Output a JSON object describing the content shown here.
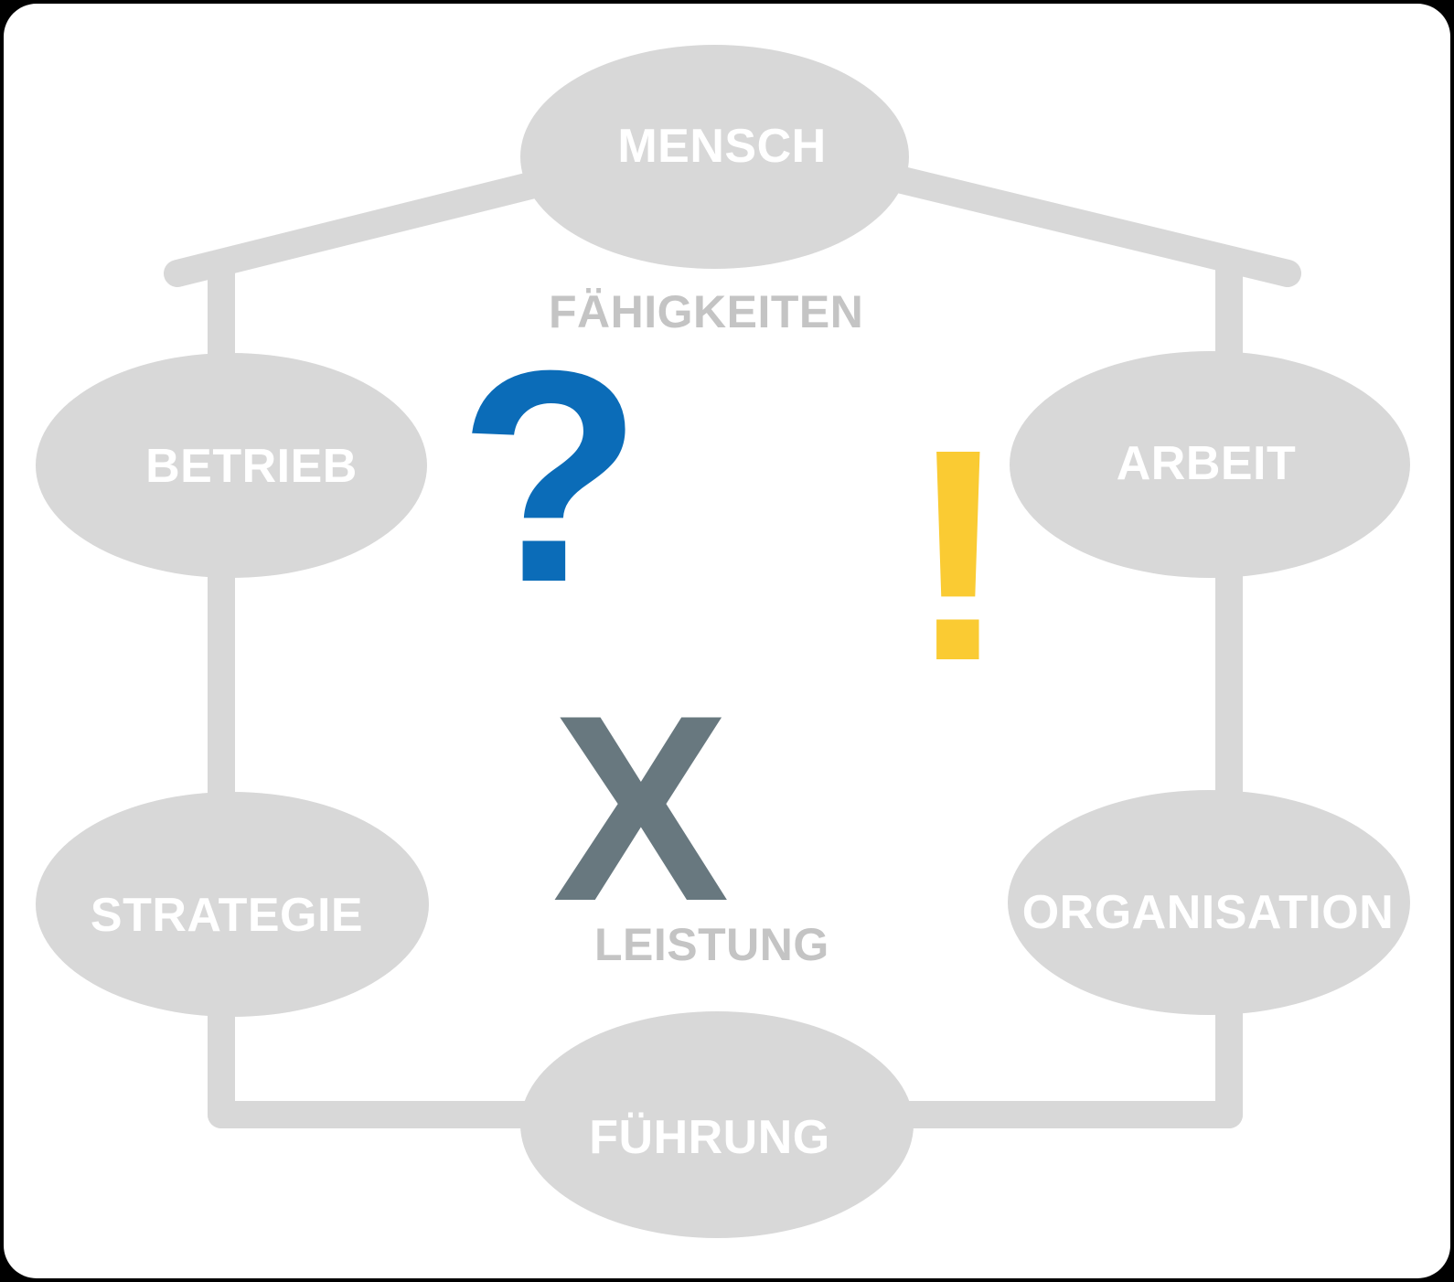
{
  "diagram": {
    "title": "Mensch Arbeit Organisation Haus",
    "nodes": [
      {
        "id": "mensch",
        "label": "MENSCH"
      },
      {
        "id": "betrieb",
        "label": "BETRIEB"
      },
      {
        "id": "arbeit",
        "label": "ARBEIT"
      },
      {
        "id": "strategie",
        "label": "STRATEGIE"
      },
      {
        "id": "organisation",
        "label": "ORGANISATION"
      },
      {
        "id": "fuehrung",
        "label": "FÜHRUNG"
      }
    ],
    "center_labels": {
      "top": "FÄHIGKEITEN",
      "bottom": "LEISTUNG"
    },
    "glyphs": {
      "question": "?",
      "exclamation": "!",
      "cross": "X"
    },
    "colors": {
      "node_fill": "#d8d8d8",
      "node_text": "#ffffff",
      "connector": "#d8d8d8",
      "center_label_text": "#c4c4c4",
      "question_blue": "#0b6cb8",
      "exclamation_yellow": "#facb33",
      "cross_slate": "#68787f",
      "card_background": "#ffffff",
      "page_background": "#000000"
    }
  }
}
